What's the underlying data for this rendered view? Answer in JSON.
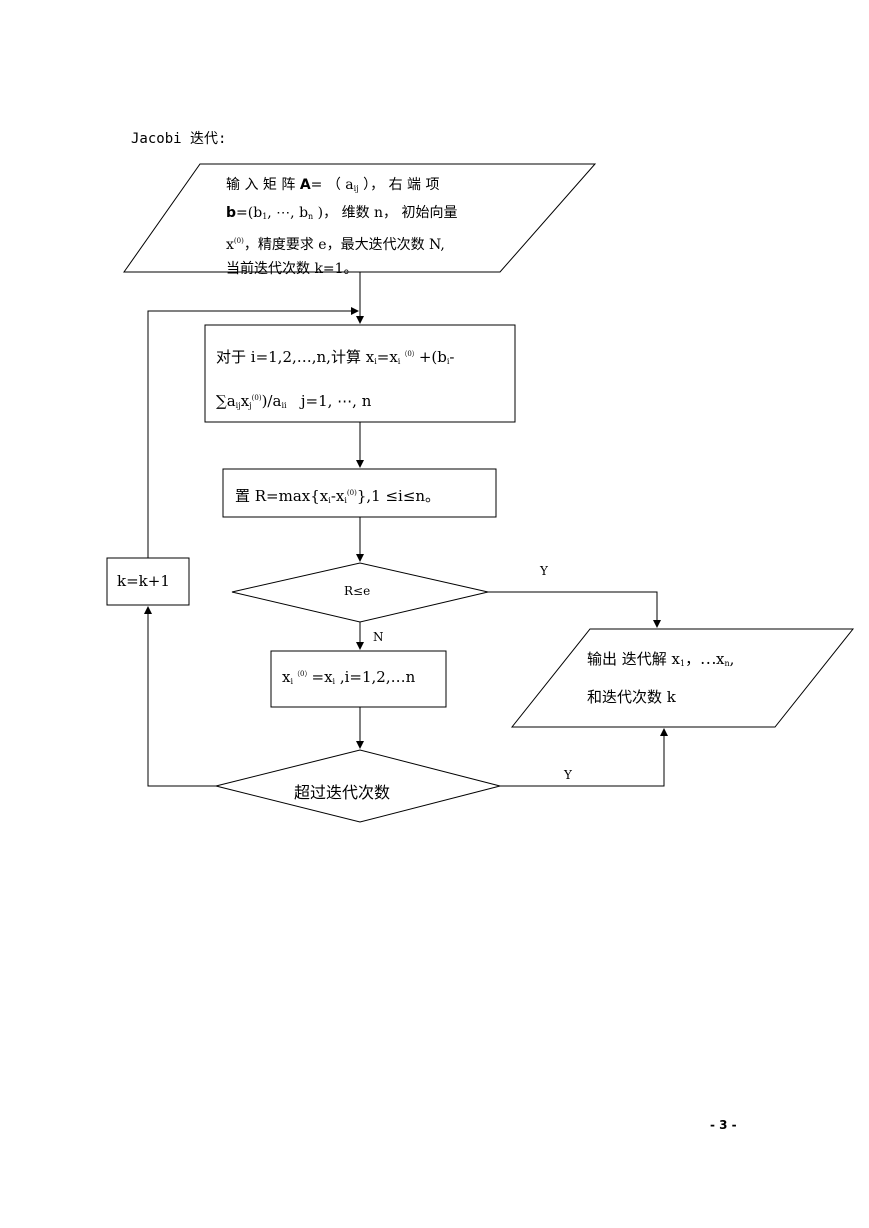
{
  "page_title": "Jacobi 迭代:",
  "page_number": "- 3 -",
  "input_block": {
    "line1_a": "输 入 矩 阵 ",
    "line1_A": "A",
    "line1_b": "= （ a",
    "line1_sub": "ij",
    "line1_c": " ）， 右 端 项",
    "line2_b": "b",
    "line2_a": "=(b",
    "line2_sub1": "1",
    "line2_c": ", ⋯, b",
    "line2_sub2": "n",
    "line2_d": " )， 维数 n， 初始向量",
    "line3_x": "x",
    "line3_sup": "(0)",
    "line3_rest": "，精度要求 e，最大迭代次数 N,",
    "line4": "当前迭代次数 k=1。"
  },
  "compute_block": {
    "line1_a": "对于 i=1,2,…,n,计算 x",
    "line1_sub1": "i",
    "line1_b": "=x",
    "line1_sub2": "i",
    "line1_sup": "（0）",
    "line1_c": "+(b",
    "line1_sub3": "i",
    "line1_d": "-",
    "line2_a": "∑a",
    "line2_sub1": "ij",
    "line2_b": "x",
    "line2_sub2": "j",
    "line2_sup": "(0)",
    "line2_c": ")/a",
    "line2_sub3": "ii",
    "line2_d": "   j=1, ⋯, n"
  },
  "residual_block": {
    "a": "置 R=max{x",
    "sub1": "i",
    "b": "-x",
    "sub2": "i",
    "sup": "(0)",
    "c": "},1  ≤i≤n。"
  },
  "condition": "R≤e",
  "update_block": {
    "x": "x",
    "sub1": "i",
    "sup": "（0）",
    "rest": "=x",
    "sub2": "i",
    "rest2": " ,i=1,2,…n"
  },
  "max_iter_check": "超过迭代次数",
  "increment_block": "k=k+1",
  "output_block": {
    "line1": "输出  迭代解 x",
    "sub1": "1",
    "line1b": "，⋯x",
    "sub2": "n",
    "line1c": ",",
    "line2": "和迭代次数 k"
  },
  "labels": {
    "yes_condition": "Y",
    "no_condition": "N",
    "yes_max_iter": "Y"
  }
}
